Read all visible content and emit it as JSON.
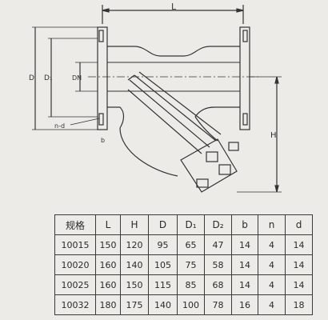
{
  "drawing": {
    "labels": {
      "L": "L",
      "D": "D",
      "D1": "D₁",
      "DN": "DN",
      "H": "H",
      "n_d": "n-d",
      "b": "b"
    }
  },
  "table": {
    "headers": [
      "规格",
      "L",
      "H",
      "D",
      "D₁",
      "D₂",
      "b",
      "n",
      "d"
    ],
    "rows": [
      [
        "10015",
        "150",
        "120",
        "95",
        "65",
        "47",
        "14",
        "4",
        "14"
      ],
      [
        "10020",
        "160",
        "140",
        "105",
        "75",
        "58",
        "14",
        "4",
        "14"
      ],
      [
        "10025",
        "160",
        "150",
        "115",
        "85",
        "68",
        "14",
        "4",
        "14"
      ],
      [
        "10032",
        "180",
        "175",
        "140",
        "100",
        "78",
        "16",
        "4",
        "18"
      ]
    ]
  }
}
